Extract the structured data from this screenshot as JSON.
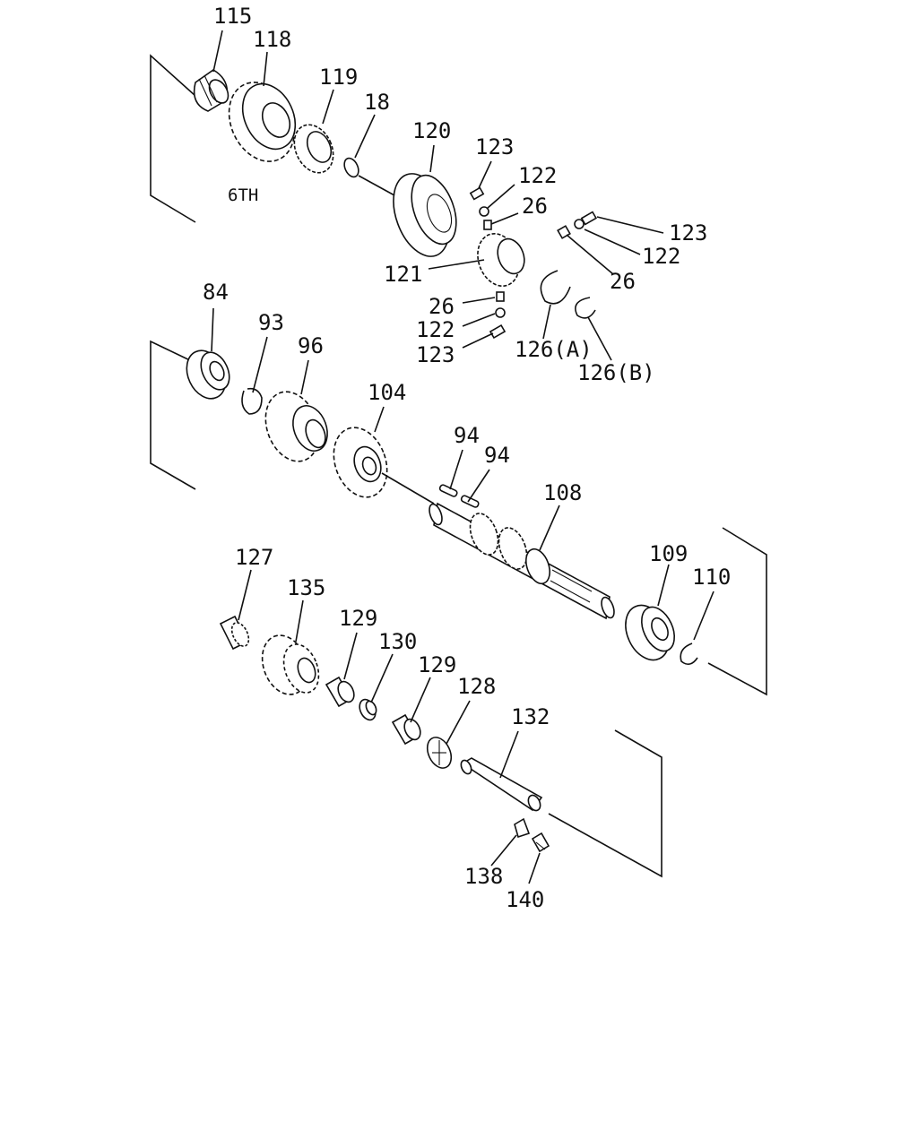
{
  "labels": {
    "p115": "115",
    "p118": "118",
    "p119": "119",
    "p18": "18",
    "p120": "120",
    "p123a": "123",
    "p122a": "122",
    "p26a": "26",
    "p123b": "123",
    "p122b": "122",
    "p26b": "26",
    "p121": "121",
    "p26c": "26",
    "p122c": "122",
    "p123c": "123",
    "p126a": "126(A)",
    "p126b": "126(B)",
    "sixth": "6TH",
    "p84": "84",
    "p93": "93",
    "p96": "96",
    "p104": "104",
    "p94a": "94",
    "p94b": "94",
    "p108": "108",
    "p109": "109",
    "p110": "110",
    "p127": "127",
    "p135": "135",
    "p129a": "129",
    "p130": "130",
    "p129b": "129",
    "p128": "128",
    "p132": "132",
    "p138": "138",
    "p140": "140"
  }
}
